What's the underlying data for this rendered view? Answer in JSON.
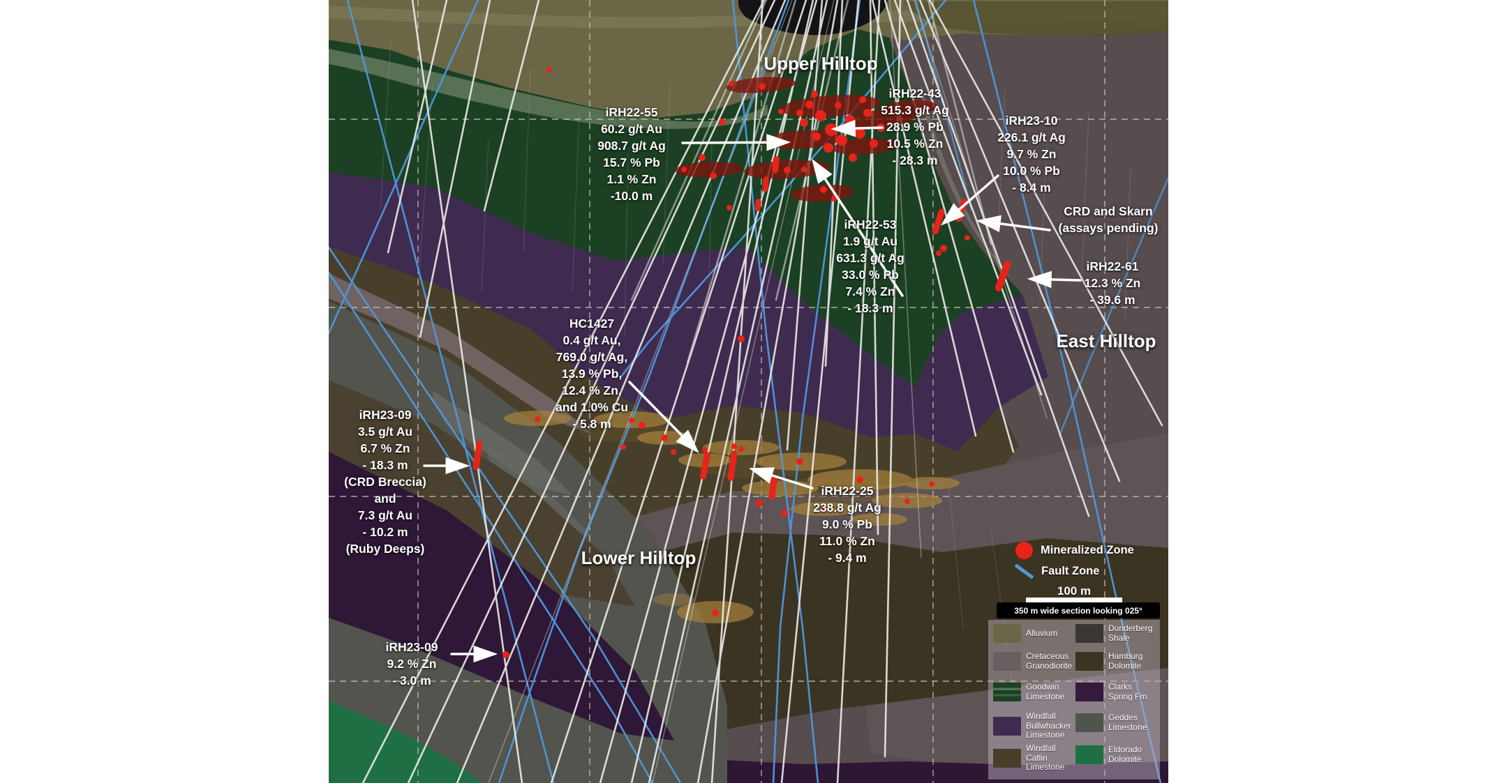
{
  "zone_titles": {
    "upper": "Upper Hilltop",
    "east": "East Hilltop",
    "lower": "Lower Hilltop"
  },
  "drill_annotations": [
    {
      "id": "irh22-55",
      "lines": [
        "iRH22-55",
        "60.2 g/t Au",
        "908.7 g/t Ag",
        "15.7 % Pb",
        "1.1 % Zn",
        "-10.0 m"
      ]
    },
    {
      "id": "irh22-43",
      "lines": [
        "iRH22-43",
        "515.3 g/t Ag",
        "28.9 % Pb",
        "10.5 % Zn",
        "- 28.3 m"
      ]
    },
    {
      "id": "irh23-10",
      "lines": [
        "iRH23-10",
        "226.1 g/t Ag",
        "9.7 % Zn",
        "10.0 % Pb",
        "- 8.4 m"
      ]
    },
    {
      "id": "crd-skarn",
      "lines": [
        "CRD and Skarn",
        "(assays pending)"
      ]
    },
    {
      "id": "irh22-61",
      "lines": [
        "iRH22-61",
        "12.3 % Zn",
        "- 39.6 m"
      ]
    },
    {
      "id": "irh22-53",
      "lines": [
        "iRH22-53",
        "1.9 g/t Au",
        "631.3 g/t Ag",
        "33.0 % Pb",
        "7.4 % Zn",
        "- 18.3 m"
      ]
    },
    {
      "id": "hc1427",
      "lines": [
        "HC1427",
        "0.4 g/t Au,",
        "769.0 g/t Ag,",
        "13.9 % Pb,",
        "12.4 % Zn,",
        "and 1.0% Cu",
        "- 5.8 m"
      ]
    },
    {
      "id": "irh23-09",
      "lines": [
        "iRH23-09",
        "3.5 g/t Au",
        "6.7 % Zn",
        "- 18.3 m",
        "(CRD Breccia)",
        "and",
        "7.3 g/t Au",
        "- 10.2 m",
        "(Ruby Deeps)"
      ]
    },
    {
      "id": "irh22-25",
      "lines": [
        "iRH22-25",
        "238.8 g/t Ag",
        "9.0 % Pb",
        "11.0 % Zn",
        "- 9.4 m"
      ]
    },
    {
      "id": "irh23-09-lower",
      "lines": [
        "iRH23-09",
        "9.2 % Zn",
        "- 3.0 m"
      ]
    }
  ],
  "legend": {
    "mineralized_zone_label": "Mineralized Zone",
    "fault_zone_label": "Fault Zone",
    "mineralized_color": "#e8231a",
    "fault_color": "#4f97dc",
    "scale_bar_label": "100 m",
    "section_note": "350 m wide section looking 025°",
    "units_left": [
      {
        "label_lines": [
          "Alluvium"
        ],
        "color": "#6b6746"
      },
      {
        "label_lines": [
          "Cretaceous",
          "Granodiorite"
        ],
        "color": "#695e60"
      },
      {
        "label_lines": [
          "Goodwin",
          "Limestone"
        ],
        "color": "#1d4023"
      },
      {
        "label_lines": [
          "Windfall",
          "Bullwhacker",
          "Limestone"
        ],
        "color": "#3f2b50"
      },
      {
        "label_lines": [
          "Windfall",
          "Catlin",
          "Limestone"
        ],
        "color": "#483f2b"
      }
    ],
    "units_right": [
      {
        "label_lines": [
          "Dunderberg",
          "Shale"
        ],
        "color": "#393734"
      },
      {
        "label_lines": [
          "Hamburg",
          "Dolomite"
        ],
        "color": "#3b3422"
      },
      {
        "label_lines": [
          "Clarks",
          "Spring Fm."
        ],
        "color": "#351a3e"
      },
      {
        "label_lines": [
          "Geddes",
          "Limestone"
        ],
        "color": "#4e554d"
      },
      {
        "label_lines": [
          "Eldorado",
          "Dolomite"
        ],
        "color": "#1f6f44"
      }
    ]
  }
}
